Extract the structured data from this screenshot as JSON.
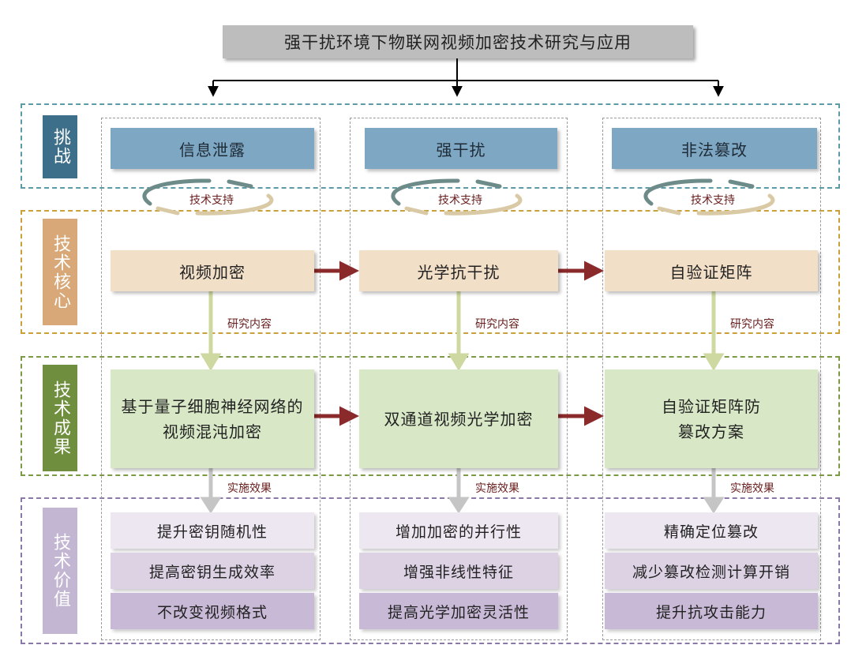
{
  "title": "强干扰环境下物联网视频加密技术研究与应用",
  "row_tags": {
    "challenge": "挑战",
    "core": "技术核心",
    "result": "技术成果",
    "value": "技术价值"
  },
  "challenges": [
    "信息泄露",
    "强干扰",
    "非法篡改"
  ],
  "cores": [
    "视频加密",
    "光学抗干扰",
    "自验证矩阵"
  ],
  "results": [
    "基于量子细胞神经网络的视频混沌加密",
    "双通道视频光学加密",
    "自验证矩阵防篡改方案"
  ],
  "values": [
    [
      "提升密钥随机性",
      "提高密钥生成效率",
      "不改变视频格式"
    ],
    [
      "增加加密的并行性",
      "增强非线性特征",
      "提高光学加密灵活性"
    ],
    [
      "精确定位篡改",
      "减少篡改检测计算开销",
      "提升抗攻击能力"
    ]
  ],
  "labels": {
    "tech_support": "技术支持",
    "research_content": "研究内容",
    "effect": "实施效果"
  },
  "colors": {
    "challenge_zone": "#5b9aa6",
    "core_zone": "#c9a13a",
    "result_zone": "#7b9a45",
    "value_zone": "#8a78a8",
    "tag_challenge": "#3d6e8a",
    "tag_core": "#d9a878",
    "tag_result": "#6f8f3e",
    "tag_value": "#c3b6d3",
    "arrow_red": "#8b2a2a"
  }
}
